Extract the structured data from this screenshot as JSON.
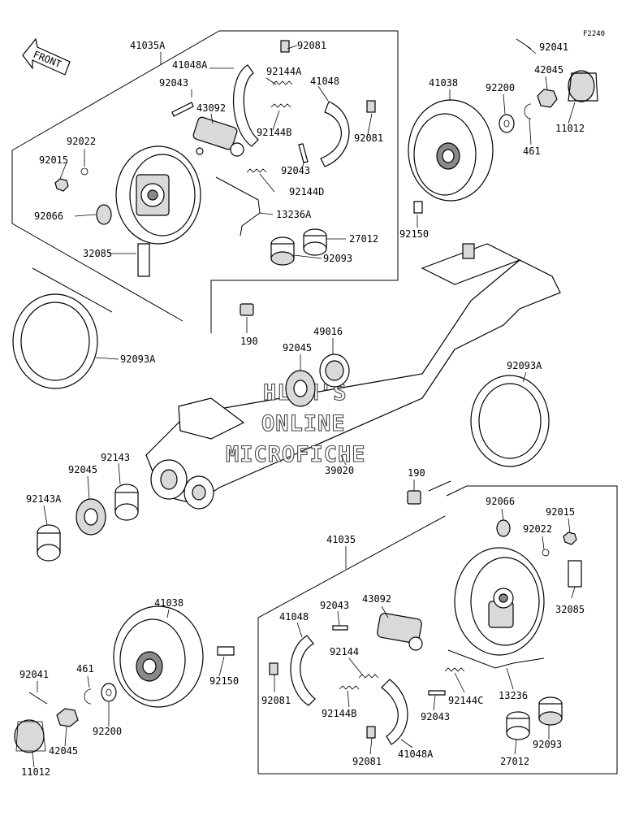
{
  "header": {
    "figure_code": "F2240",
    "front_label": "FRONT"
  },
  "watermark": {
    "line1": "HLSM'S",
    "line2": "ONLINE",
    "line3": "MICROFICHE"
  },
  "upper_assembly": {
    "l41035A": "41035A",
    "l41048A": "41048A",
    "l92081a": "92081",
    "l92043a": "92043",
    "l92144A": "92144A",
    "l41048": "41048",
    "l43092": "43092",
    "l92144B": "92144B",
    "l92081b": "92081",
    "l92022": "92022",
    "l92015": "92015",
    "l92043b": "92043",
    "l92144D": "92144D",
    "l92066": "92066",
    "l13236A": "13236A",
    "l27012": "27012",
    "l32085": "32085",
    "l92093": "92093",
    "l190": "190"
  },
  "upper_right": {
    "l92041": "92041",
    "l42045": "42045",
    "l41038": "41038",
    "l92200": "92200",
    "l11012": "11012",
    "l461": "461",
    "l92150": "92150"
  },
  "middle": {
    "l92093A_left": "92093A",
    "l49016": "49016",
    "l92045_center": "92045",
    "l92093A_right": "92093A",
    "l92143": "92143",
    "l92045_left": "92045",
    "l39020": "39020",
    "l92143A": "92143A",
    "l190": "190"
  },
  "lower_assembly": {
    "l41035": "41035",
    "l92066": "92066",
    "l92015": "92015",
    "l92022": "92022",
    "l32085": "32085",
    "l43092": "43092",
    "l41048": "41048",
    "l92043a": "92043",
    "l92144": "92144",
    "l92081a": "92081",
    "l92144B": "92144B",
    "l92144C": "92144C",
    "l13236": "13236",
    "l92043b": "92043",
    "l92093": "92093",
    "l27012": "27012",
    "l92081b": "92081",
    "l41048A": "41048A"
  },
  "lower_left": {
    "l41038": "41038",
    "l92041": "92041",
    "l461": "461",
    "l92150": "92150",
    "l92200": "92200",
    "l42045": "42045",
    "l11012": "11012"
  }
}
